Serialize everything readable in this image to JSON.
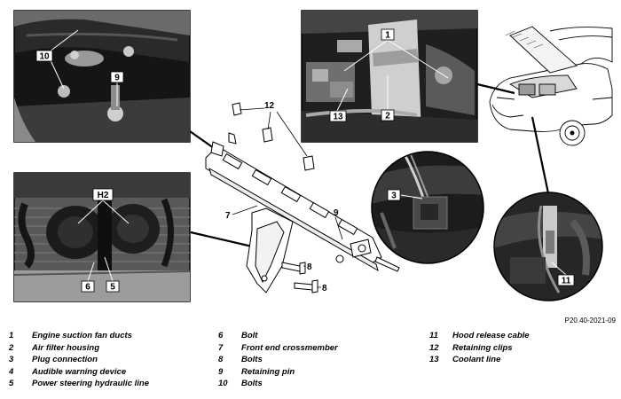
{
  "figure_ref": "P20.40-2021-09",
  "callouts": {
    "top_left": [
      "10",
      "9"
    ],
    "top_middle": [
      "1",
      "13",
      "2"
    ],
    "bottom_left": [
      "H2",
      "6",
      "5"
    ],
    "crossmember": [
      "12",
      "7",
      "9",
      "8",
      "8"
    ],
    "circle_left": [
      "3"
    ],
    "circle_right": [
      "11"
    ]
  },
  "legend": [
    {
      "num": "1",
      "text": "Engine suction fan ducts"
    },
    {
      "num": "2",
      "text": "Air filter housing"
    },
    {
      "num": "3",
      "text": "Plug connection"
    },
    {
      "num": "4",
      "text": "Audible warning device"
    },
    {
      "num": "5",
      "text": "Power steering hydraulic line"
    },
    {
      "num": "6",
      "text": "Bolt"
    },
    {
      "num": "7",
      "text": "Front end crossmember"
    },
    {
      "num": "8",
      "text": "Bolts"
    },
    {
      "num": "9",
      "text": "Retaining pin"
    },
    {
      "num": "10",
      "text": "Bolts"
    },
    {
      "num": "11",
      "text": "Hood release cable"
    },
    {
      "num": "12",
      "text": "Retaining clips"
    },
    {
      "num": "13",
      "text": "Coolant line"
    }
  ]
}
